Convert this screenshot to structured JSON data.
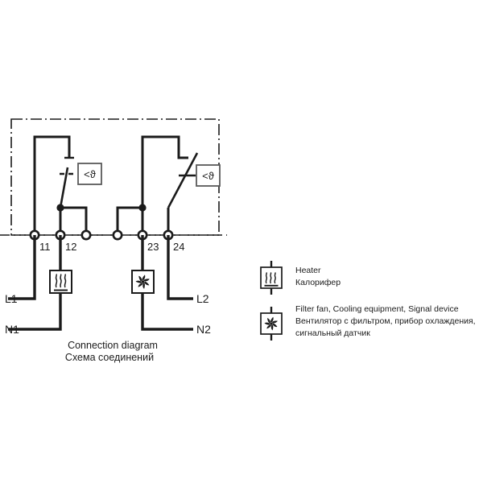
{
  "diagram": {
    "title_en": "Connection diagram",
    "title_ru": "Схема соединений",
    "enclosure": {
      "style": "dash-dot"
    },
    "terminals": [
      {
        "id": "t11",
        "label": "11"
      },
      {
        "id": "t12",
        "label": "12"
      },
      {
        "id": "t_aux_left",
        "label": ""
      },
      {
        "id": "t_aux_right",
        "label": ""
      },
      {
        "id": "t23",
        "label": "23"
      },
      {
        "id": "t24",
        "label": "24"
      }
    ],
    "rails": {
      "l1": "L1",
      "n1": "N1",
      "l2": "L2",
      "n2": "N2"
    },
    "thermostats": [
      {
        "id": "thermostat-left",
        "symbol": "<ϑ",
        "contact": "closed"
      },
      {
        "id": "thermostat-right",
        "symbol": "<ϑ",
        "contact": "open"
      }
    ],
    "devices": [
      {
        "id": "heater-device",
        "symbol": "heater-icon"
      },
      {
        "id": "fan-device",
        "symbol": "fan-icon"
      }
    ]
  },
  "legend": {
    "items": [
      {
        "icon": "heater-icon",
        "line_en": "Heater",
        "line_ru": "Калорифер",
        "line_ru2": ""
      },
      {
        "icon": "fan-icon",
        "line_en": "Filter fan, Cooling equipment, Signal device",
        "line_ru": "Вентилятор с фильтром, прибор охлаждения,",
        "line_ru2": "сигнальный датчик"
      }
    ]
  },
  "colors": {
    "line": "#1b1b1b",
    "text": "#1b1b1b",
    "background": "#ffffff"
  }
}
